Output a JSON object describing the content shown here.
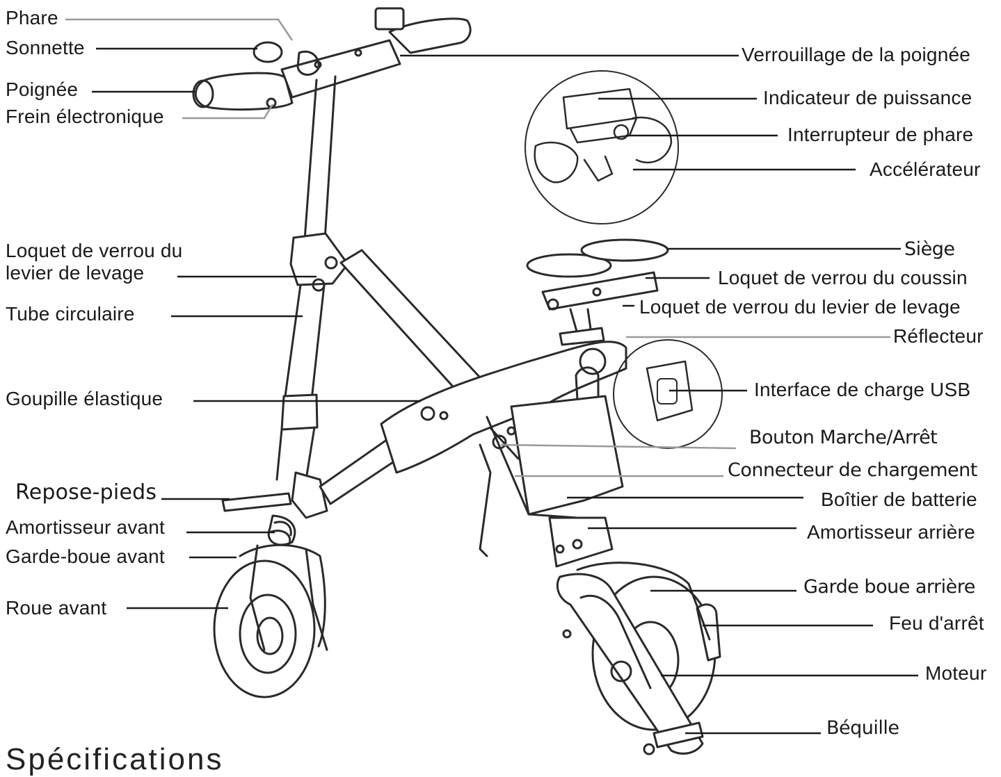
{
  "labels_left": {
    "phare": "Phare",
    "sonnette": "Sonnette",
    "poignee": "Poignée",
    "frein": "Frein électronique",
    "loquet_levier_1": "Loquet de verrou du",
    "loquet_levier_2": "levier de levage",
    "tube": "Tube circulaire",
    "goupille": "Goupille élastique",
    "repose_pieds": "Repose-pieds",
    "amortisseur_avant": "Amortisseur avant",
    "garde_boue_avant": "Garde-boue avant",
    "roue_avant": "Roue avant"
  },
  "labels_right": {
    "verrouillage_poignee": "Verrouillage de la poignée",
    "indicateur": "Indicateur de puissance",
    "interrupteur_phare": "Interrupteur de phare",
    "accelerateur": "Accélérateur",
    "siege": "Siège",
    "loquet_coussin": "Loquet de verrou du coussin",
    "loquet_levier_droite": "Loquet de verrou du levier de levage",
    "reflecteur": "Réflecteur",
    "usb": "Interface de charge USB",
    "bouton": "Bouton Marche/Arrêt",
    "connecteur": "Connecteur de chargement",
    "boitier": "Boîtier de batterie",
    "amortisseur_arriere": "Amortisseur arrière",
    "garde_boue_arriere": "Garde boue arrière",
    "feu_arret": "Feu d'arrêt",
    "moteur": "Moteur",
    "bequille": "Béquille"
  },
  "section_heading": "Spécifications",
  "colors": {
    "stroke": "#2a2a2a",
    "leader": "#1a1a1a",
    "leader_light": "#9a9a9a"
  }
}
